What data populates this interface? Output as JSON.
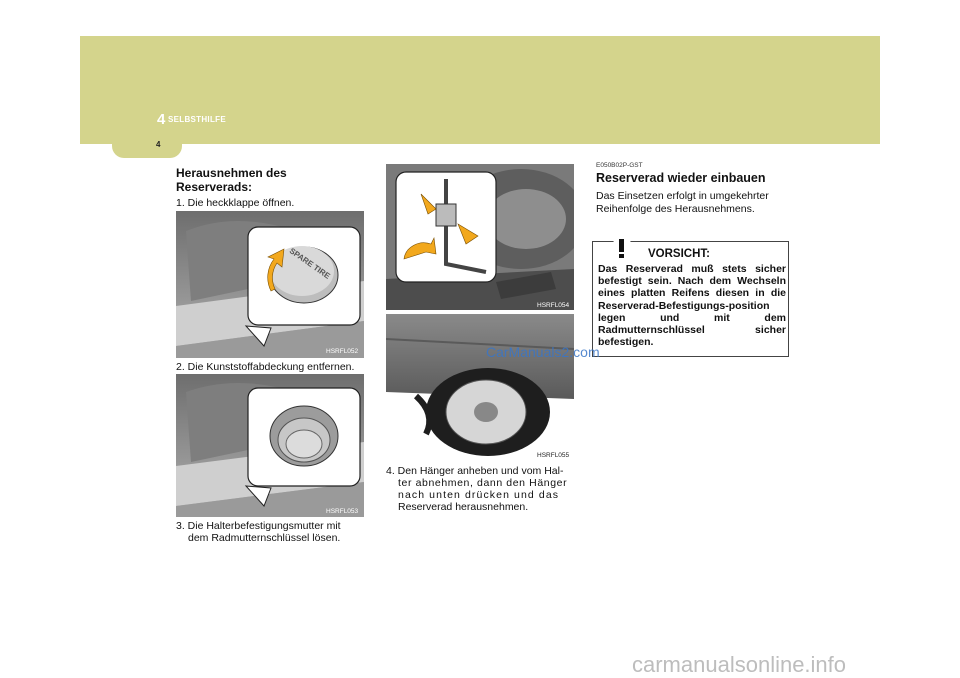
{
  "header": {
    "chapter_number": "4",
    "chapter_title": "SELBSTHILFE",
    "page_number": "4"
  },
  "left_column": {
    "heading": "Herausnehmen des Reserverads:",
    "step1": "1. Die heckklappe öffnen.",
    "fig1_code": "HSRFL052",
    "fig1_callout": "SPARE TIRE",
    "step2": "2. Die Kunststoffabdeckung entfernen.",
    "fig2_code": "HSRFL053",
    "step3_line1": "3. Die Halterbefestigungsmutter mit",
    "step3_line2": "dem Radmutternschlüssel lösen."
  },
  "middle_column": {
    "fig3_code": "HSRFL054",
    "fig4_code": "HSRFL055",
    "step4_line1": "4. Den Hänger anheben und vom Hal-",
    "step4_line2": "ter abnehmen, dann den Hänger",
    "step4_line3": "nach unten drücken und das",
    "step4_line4": "Reserverad herausnehmen."
  },
  "right_column": {
    "ref_code": "E050B02P-GST",
    "title": "Reserverad wieder einbauen",
    "body": "Das Einsetzen erfolgt in umgekehrter Reihenfolge des Herausnehmens.",
    "warning_title": "VORSICHT:",
    "warning_text": "Das Reserverad muß stets sicher befestigt sein. Nach dem Wechseln eines platten Reifens diesen in die Reserverad-Befestigungs-position legen und mit dem Radmutternschlüssel sicher befestigen."
  },
  "watermark": "CarManuals2.com",
  "footer_url": "carmanualsonline.info",
  "colors": {
    "header_bar": "#d4d48c",
    "arrow": "#f2a81d",
    "watermark": "#3a76c7"
  }
}
